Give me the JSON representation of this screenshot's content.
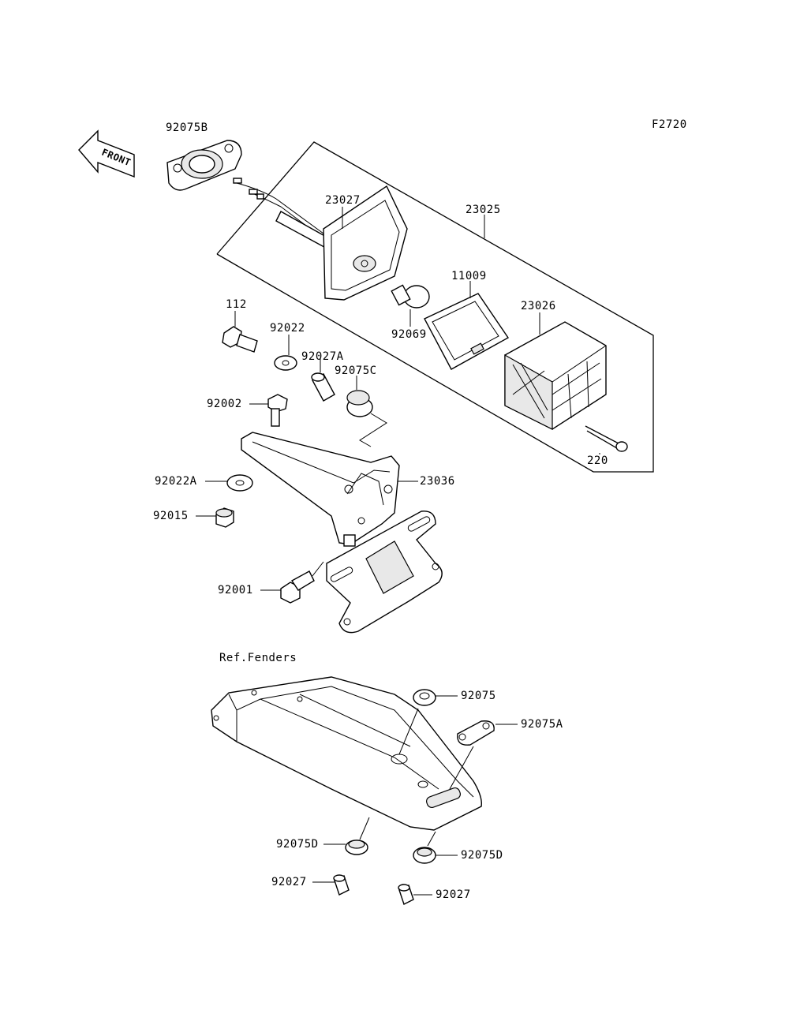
{
  "diagram_code": "F2720",
  "front_label": "FRONT",
  "ref_label": "Ref.Fenders",
  "parts": {
    "p92075B": "92075B",
    "p23027": "23027",
    "p23025": "23025",
    "p11009": "11009",
    "p23026": "23026",
    "p92069": "92069",
    "p220": "220",
    "p112": "112",
    "p92022": "92022",
    "p92027A": "92027A",
    "p92075C": "92075C",
    "p92002": "92002",
    "p23036": "23036",
    "p92022A": "92022A",
    "p92015": "92015",
    "p92001": "92001",
    "p92075": "92075",
    "p92075A": "92075A",
    "p92075D_left": "92075D",
    "p92075D_right": "92075D",
    "p92027_left": "92027",
    "p92027_right": "92027"
  },
  "colors": {
    "line": "#000000",
    "background": "#ffffff"
  }
}
